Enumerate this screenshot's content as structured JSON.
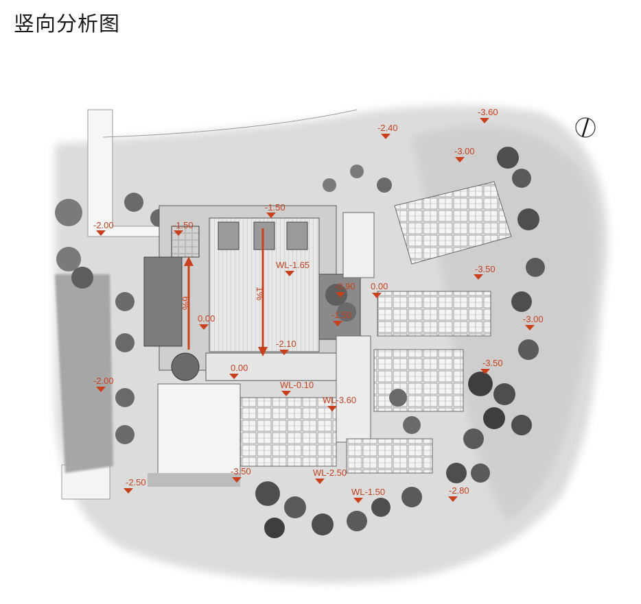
{
  "page": {
    "title": "竖向分析图"
  },
  "slopes": [
    {
      "text": "6%"
    },
    {
      "text": "1%"
    }
  ],
  "elevations": [
    {
      "text": "-3.60"
    },
    {
      "text": "-2.40"
    },
    {
      "text": "-3.00"
    },
    {
      "text": "-1.50"
    },
    {
      "text": "-2.00"
    },
    {
      "text": "-1.50"
    },
    {
      "text": "WL-1.65"
    },
    {
      "text": "-0.90"
    },
    {
      "text": "0.00"
    },
    {
      "text": "-3.50"
    },
    {
      "text": "-1.50"
    },
    {
      "text": "0.00"
    },
    {
      "text": "-3.00"
    },
    {
      "text": "-2.10"
    },
    {
      "text": "-3.50"
    },
    {
      "text": "0.00"
    },
    {
      "text": "-2.00"
    },
    {
      "text": "WL-0.10"
    },
    {
      "text": "WL-3.60"
    },
    {
      "text": "-3.50"
    },
    {
      "text": "WL-2.50"
    },
    {
      "text": "-2.50"
    },
    {
      "text": "WL-1.50"
    },
    {
      "text": "-2.80"
    }
  ]
}
